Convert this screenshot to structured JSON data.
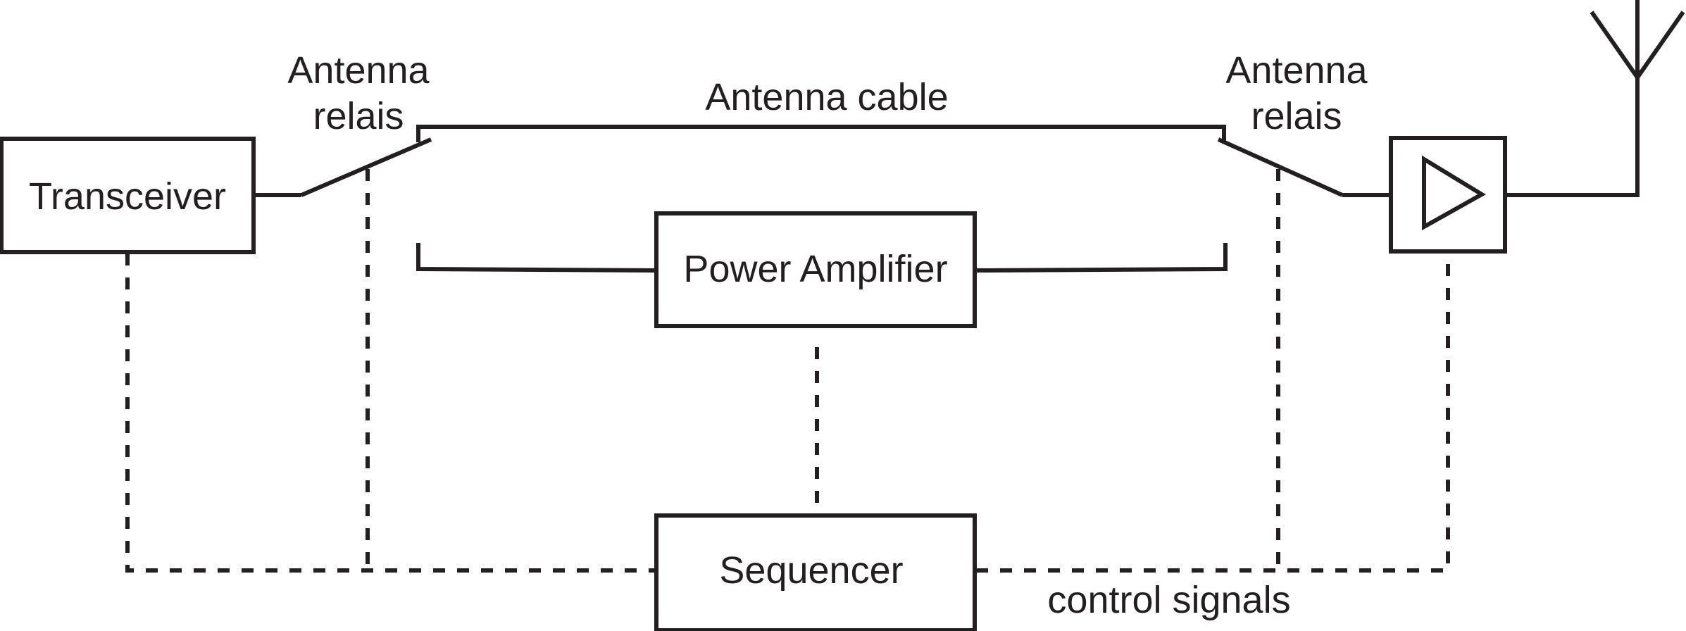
{
  "colors": {
    "line": "#231f20",
    "background": "#ffffff"
  },
  "blocks": {
    "transceiver": "Transceiver",
    "power_amplifier": "Power Amplifier",
    "sequencer": "Sequencer",
    "preamp_icon": "triangle-amplifier-icon"
  },
  "labels": {
    "antenna_relais_left": [
      "Antenna",
      "relais"
    ],
    "antenna_relais_right": [
      "Antenna",
      "relais"
    ],
    "antenna_cable": "Antenna cable",
    "control_signals": "control signals"
  },
  "icons": {
    "antenna": "antenna-icon"
  }
}
